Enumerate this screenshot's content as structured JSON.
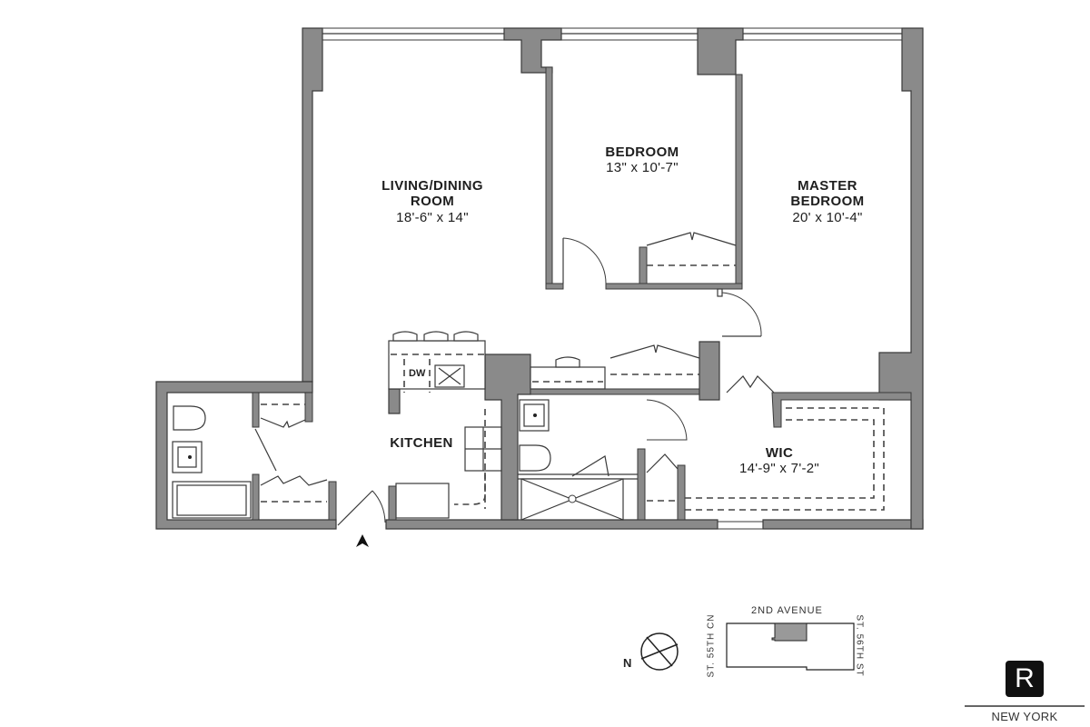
{
  "rooms": {
    "living": {
      "name_line1": "LIVING/DINING",
      "name_line2": "ROOM",
      "dimensions": "18'-6\" x 14\""
    },
    "bedroom": {
      "name": "BEDROOM",
      "dimensions": "13\" x 10'-7\""
    },
    "master": {
      "name_line1": "MASTER",
      "name_line2": "BEDROOM",
      "dimensions": "20' x 10'-4\""
    },
    "kitchen": {
      "name": "KITCHEN"
    },
    "wic": {
      "name": "WIC",
      "dimensions": "14'-9\" x 7'-2\""
    }
  },
  "fixtures": {
    "dishwasher": "DW"
  },
  "key_plan": {
    "north_label": "N",
    "avenue": "2ND AVENUE",
    "street_left": "ST. 55TH CN",
    "street_right": "ST. 56TH ST"
  },
  "brand": {
    "logo_letter": "R",
    "city": "NEW YORK"
  },
  "colors": {
    "wall": "#8a8a8a",
    "outline": "#3a3a3a",
    "text": "#1e1e1e"
  }
}
